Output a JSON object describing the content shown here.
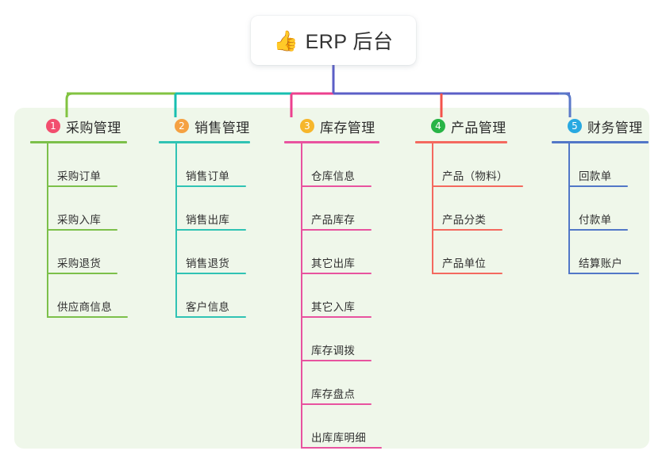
{
  "diagram": {
    "title": "ERP 后台",
    "title_icon": "thumbs-up-icon",
    "title_emoji": "👍",
    "panel_color": "#eff7ea",
    "root_bus_color": "#5b5fc7"
  },
  "columns": [
    {
      "number": "1",
      "title": "采购管理",
      "badge_color": "#f24e6e",
      "line_color": "#7cc04a",
      "connector_color": "#82c341",
      "rule_width": 122,
      "items": [
        {
          "label": "采购订单",
          "rule_width": 88
        },
        {
          "label": "采购入库",
          "rule_width": 88
        },
        {
          "label": "采购退货",
          "rule_width": 88
        },
        {
          "label": "供应商信息",
          "rule_width": 101
        }
      ]
    },
    {
      "number": "2",
      "title": "销售管理",
      "badge_color": "#f5a142",
      "line_color": "#30c3b4",
      "connector_color": "#17bfb0",
      "rule_width": 115,
      "items": [
        {
          "label": "销售订单",
          "rule_width": 88
        },
        {
          "label": "销售出库",
          "rule_width": 88
        },
        {
          "label": "销售退货",
          "rule_width": 88
        },
        {
          "label": "客户信息",
          "rule_width": 88
        }
      ]
    },
    {
      "number": "3",
      "title": "库存管理",
      "badge_color": "#f6b62b",
      "line_color": "#e8539f",
      "connector_color": "#ec3f8e",
      "rule_width": 120,
      "items": [
        {
          "label": "仓库信息",
          "rule_width": 88
        },
        {
          "label": "产品库存",
          "rule_width": 88
        },
        {
          "label": "其它出库",
          "rule_width": 88
        },
        {
          "label": "其它入库",
          "rule_width": 88
        },
        {
          "label": "库存调拨",
          "rule_width": 88
        },
        {
          "label": "库存盘点",
          "rule_width": 88
        },
        {
          "label": "出库库明细",
          "rule_width": 101
        }
      ]
    },
    {
      "number": "4",
      "title": "产品管理",
      "badge_color": "#28b446",
      "line_color": "#f4695f",
      "connector_color": "#f4534b",
      "rule_width": 116,
      "items": [
        {
          "label": "产品（物料）",
          "rule_width": 114
        },
        {
          "label": "产品分类",
          "rule_width": 88
        },
        {
          "label": "产品单位",
          "rule_width": 88
        }
      ]
    },
    {
      "number": "5",
      "title": "财务管理",
      "badge_color": "#29a9e1",
      "line_color": "#5277c7",
      "connector_color": "#5b79c9",
      "rule_width": 122,
      "items": [
        {
          "label": "回款单",
          "rule_width": 74
        },
        {
          "label": "付款单",
          "rule_width": 74
        },
        {
          "label": "结算账户",
          "rule_width": 88
        }
      ]
    }
  ]
}
